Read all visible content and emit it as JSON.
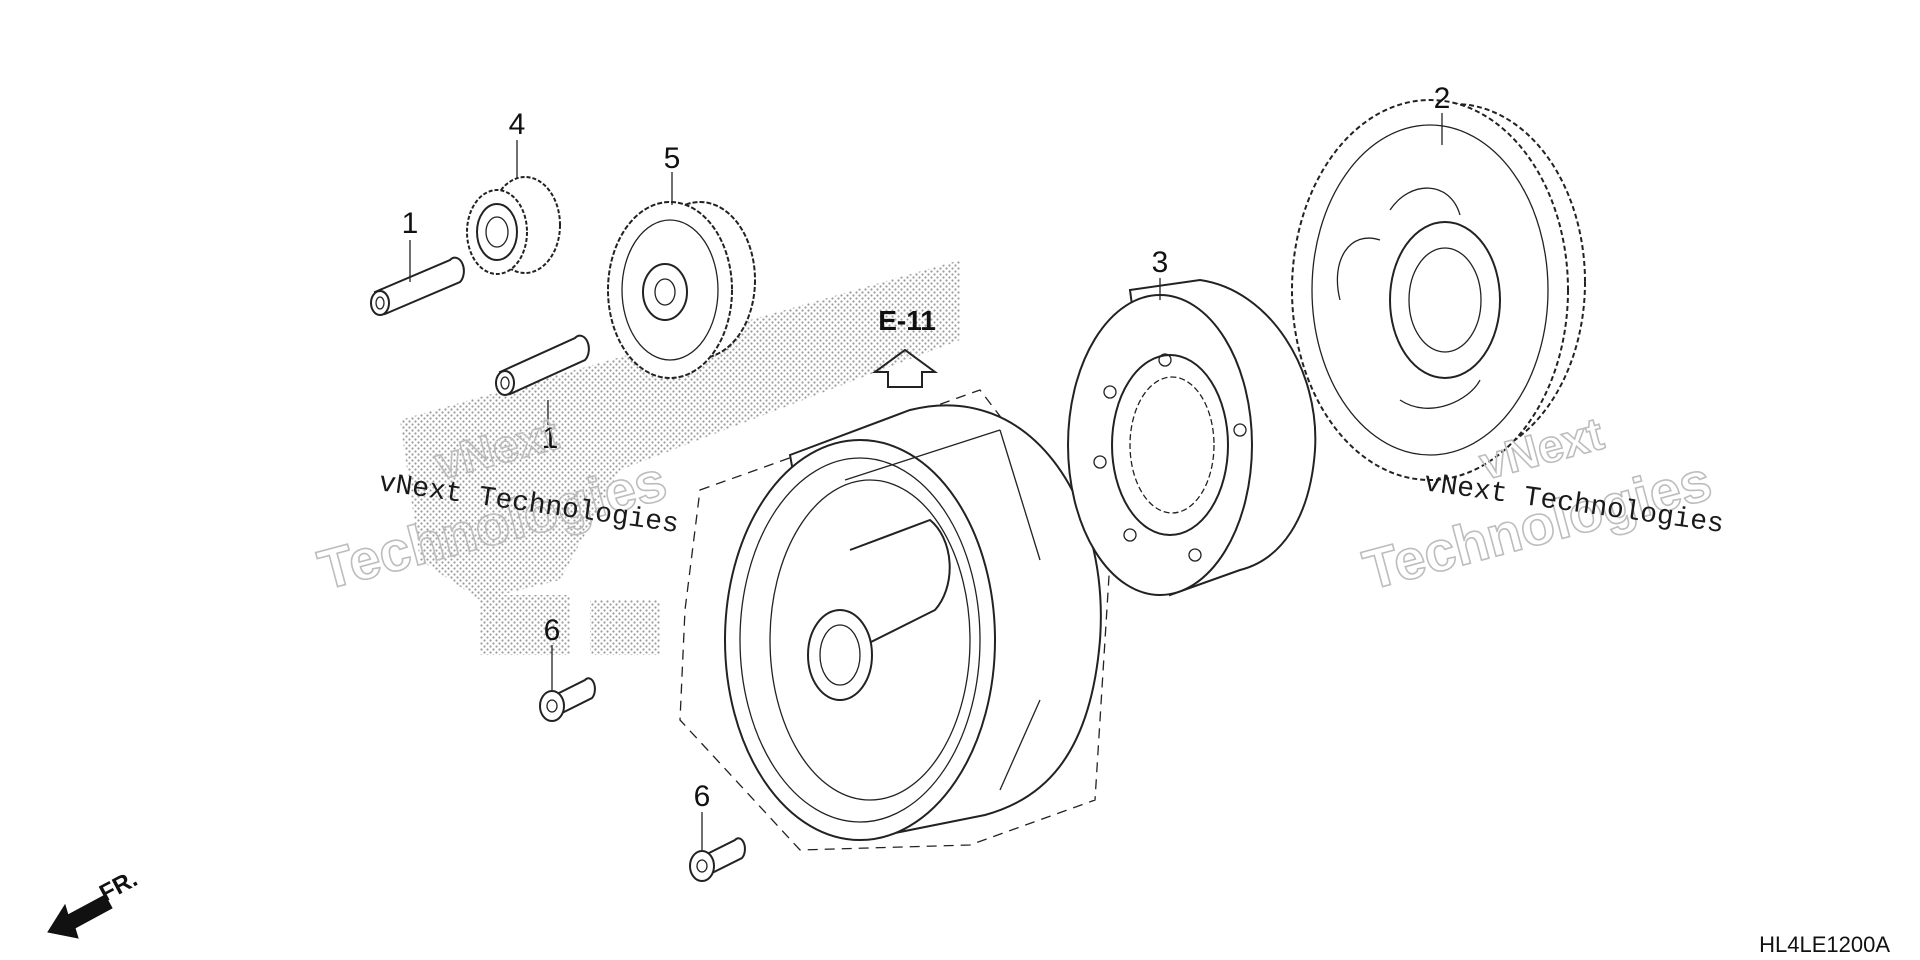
{
  "parts": [
    {
      "id": "1",
      "label": "1"
    },
    {
      "id": "1b",
      "label": "1"
    },
    {
      "id": "2",
      "label": "2"
    },
    {
      "id": "3",
      "label": "3"
    },
    {
      "id": "4",
      "label": "4"
    },
    {
      "id": "5",
      "label": "5"
    },
    {
      "id": "6",
      "label": "6"
    },
    {
      "id": "6b",
      "label": "6"
    }
  ],
  "reference": {
    "label": "E-11"
  },
  "direction": {
    "label": "FR."
  },
  "diagram_code": "HL4LE1200A",
  "watermarks": [
    {
      "primary": "vNext Technologies",
      "word1": "vNext",
      "word2": "Technologies"
    },
    {
      "primary": "vNext Technologies",
      "word1": "vNext",
      "word2": "Technologies"
    }
  ]
}
